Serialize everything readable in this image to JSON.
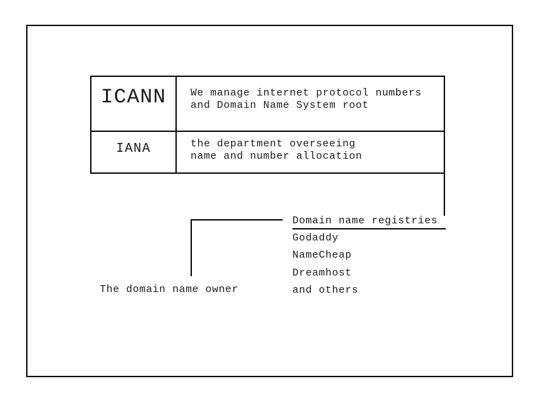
{
  "diagram": {
    "table": {
      "rows": [
        {
          "term": "ICANN",
          "description_line1": "We manage internet protocol numbers",
          "description_line2": "and Domain Name System root"
        },
        {
          "term": "IANA",
          "description_line1": "the department overseeing",
          "description_line2": "name and number allocation"
        }
      ]
    },
    "registries": {
      "heading": "Domain name registries",
      "items": [
        "Godaddy",
        "NameCheap",
        "Dreamhost",
        "and others"
      ]
    },
    "owner_label": "The domain name owner",
    "colors": {
      "line": "#111111",
      "text": "#1a1a1a",
      "background": "#ffffff"
    }
  }
}
